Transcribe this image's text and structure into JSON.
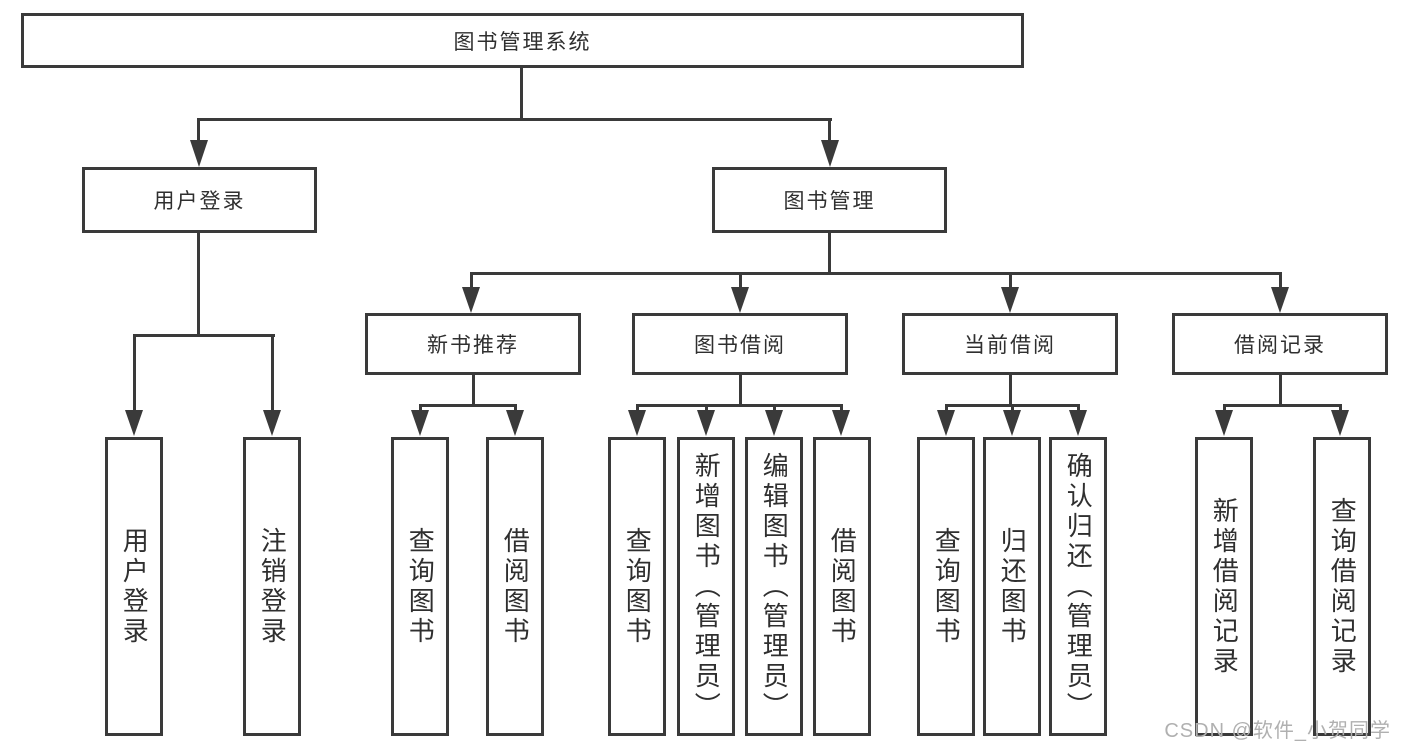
{
  "nodes": {
    "root": {
      "label": "图书管理系统"
    },
    "level2": [
      {
        "label": "用户登录"
      },
      {
        "label": "图书管理"
      }
    ],
    "level3": [
      {
        "label": "新书推荐",
        "parent": "图书管理"
      },
      {
        "label": "图书借阅",
        "parent": "图书管理"
      },
      {
        "label": "当前借阅",
        "parent": "图书管理"
      },
      {
        "label": "借阅记录",
        "parent": "图书管理"
      }
    ],
    "leaves": [
      {
        "label": "用户登录",
        "parent": "用户登录"
      },
      {
        "label": "注销登录",
        "parent": "用户登录"
      },
      {
        "label": "查询图书",
        "parent": "新书推荐"
      },
      {
        "label": "借阅图书",
        "parent": "新书推荐"
      },
      {
        "label": "查询图书",
        "parent": "图书借阅"
      },
      {
        "label": "新增图书（管理员）",
        "parent": "图书借阅"
      },
      {
        "label": "编辑图书（管理员）",
        "parent": "图书借阅"
      },
      {
        "label": "借阅图书",
        "parent": "图书借阅"
      },
      {
        "label": "查询图书",
        "parent": "当前借阅"
      },
      {
        "label": "归还图书",
        "parent": "当前借阅"
      },
      {
        "label": "确认归还（管理员）",
        "parent": "当前借阅"
      },
      {
        "label": "新增借阅记录",
        "parent": "借阅记录"
      },
      {
        "label": "查询借阅记录",
        "parent": "借阅记录"
      }
    ]
  },
  "watermark": {
    "text": "CSDN @软件_小贺同学"
  },
  "colors": {
    "line": "#3a3a3a",
    "text": "#2f2f2f",
    "watermark": "#b0b0b0",
    "background": "#ffffff"
  }
}
